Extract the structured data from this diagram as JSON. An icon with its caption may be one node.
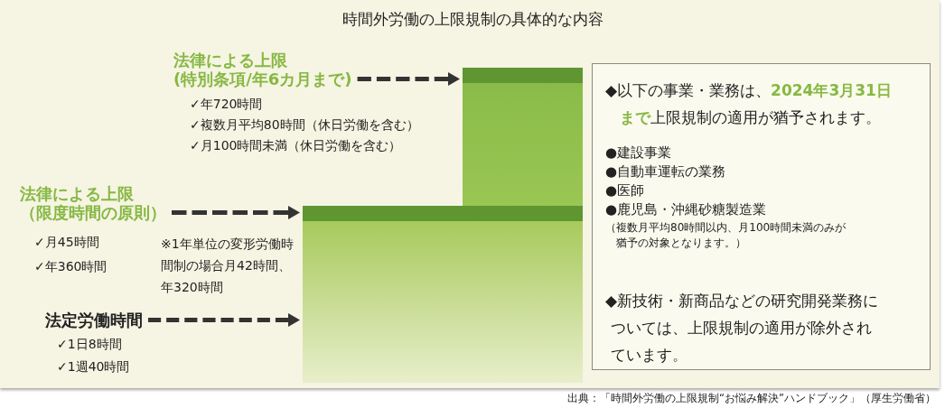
{
  "diagram": {
    "title": "時間外労働の上限規制の具体的な内容",
    "caption": "出典：「時間外労働の上限規制“お悩み解決”ハンドブック」（厚生労働省）",
    "nodes": [
      {
        "text": [
          "法律による上限",
          "(特別条項/年6カ月まで)"
        ],
        "beside": [
          "✓年720時間",
          "✓複数月平均80時間（休日労働を含む）",
          "✓月100時間未満（休日労働を含む）"
        ]
      },
      {
        "text": [
          "法律による上限",
          "（限度時間の原則）"
        ],
        "beside": [
          "✓月45時間",
          "✓年360時間",
          "※1年単位の変形労働時間制の場合月42時間、年320時間"
        ]
      },
      {
        "text": [
          "法定労働時間"
        ],
        "beside": [
          "✓1日8時間",
          "✓1週40時間"
        ]
      },
      {
        "text": [],
        "shape": "bar"
      },
      {
        "text": [],
        "shape": "bar"
      },
      {
        "text": [
          "◆以下の事業・業務は、**2024年3月31日まで**上限規制の適用が猶予されます。",
          "●建設事業",
          "●自動車運転の業務",
          "●医師",
          "●鹿児島・沖縄砂糖製造業",
          "（複数月平均80時間以内、月100時間未満のみが猶予の対象となります。）",
          "◆新技術・新商品などの研究開発業務については、上限規制の適用が除外されています。"
        ]
      }
    ],
    "edges": [
      {
        "from": 0,
        "to": 3,
        "arrow": "to",
        "style": "dashed"
      },
      {
        "from": 1,
        "to": 4,
        "arrow": "to",
        "style": "dashed"
      },
      {
        "from": 2,
        "to": 4,
        "arrow": "to",
        "style": "dashed"
      }
    ]
  }
}
